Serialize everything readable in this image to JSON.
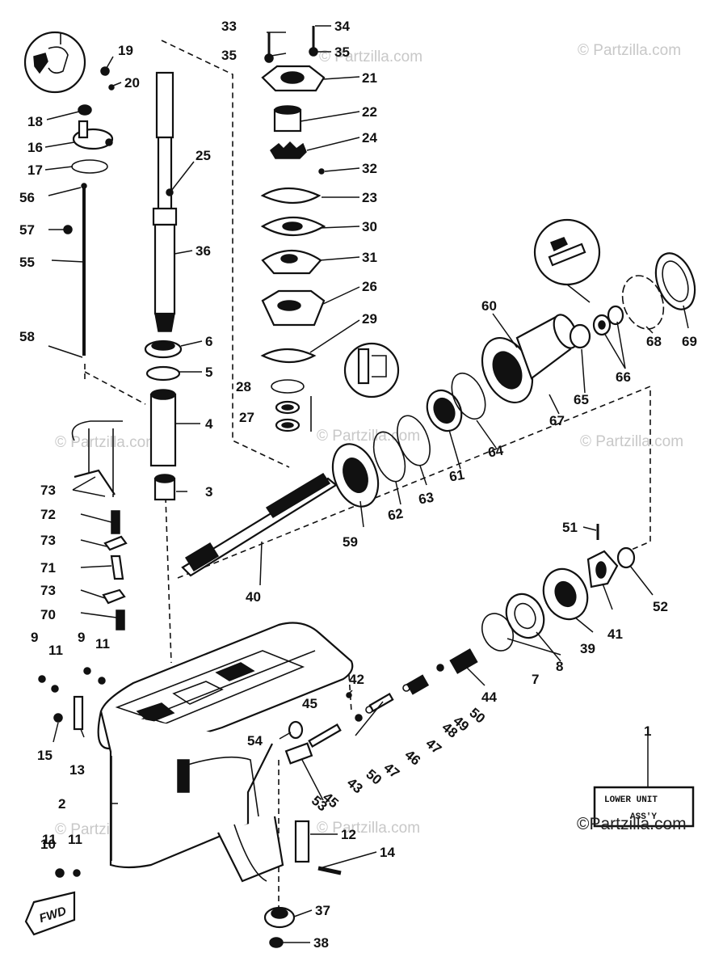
{
  "watermark": "© Partzilla.com",
  "brand_logo_text": "©Partzilla.com",
  "assy_label": {
    "number": "1",
    "line1": "LOWER UNIT",
    "line2": "ASS'Y"
  },
  "fwd_label": "FWD",
  "callouts": [
    "2",
    "3",
    "4",
    "5",
    "6",
    "7",
    "8",
    "9",
    "9",
    "10",
    "11",
    "11",
    "11",
    "11",
    "12",
    "13",
    "14",
    "15",
    "16",
    "17",
    "18",
    "19",
    "20",
    "21",
    "22",
    "23",
    "24",
    "25",
    "26",
    "27",
    "28",
    "29",
    "30",
    "31",
    "32",
    "33",
    "34",
    "35",
    "35",
    "36",
    "37",
    "38",
    "39",
    "40",
    "41",
    "42",
    "43",
    "44",
    "45",
    "46",
    "47",
    "47",
    "48",
    "49",
    "50",
    "50",
    "51",
    "52",
    "53",
    "54",
    "55",
    "56",
    "57",
    "58",
    "59",
    "60",
    "61",
    "62",
    "63",
    "64",
    "65",
    "66",
    "67",
    "68",
    "69",
    "70",
    "71",
    "72",
    "73",
    "73",
    "73",
    "45"
  ]
}
